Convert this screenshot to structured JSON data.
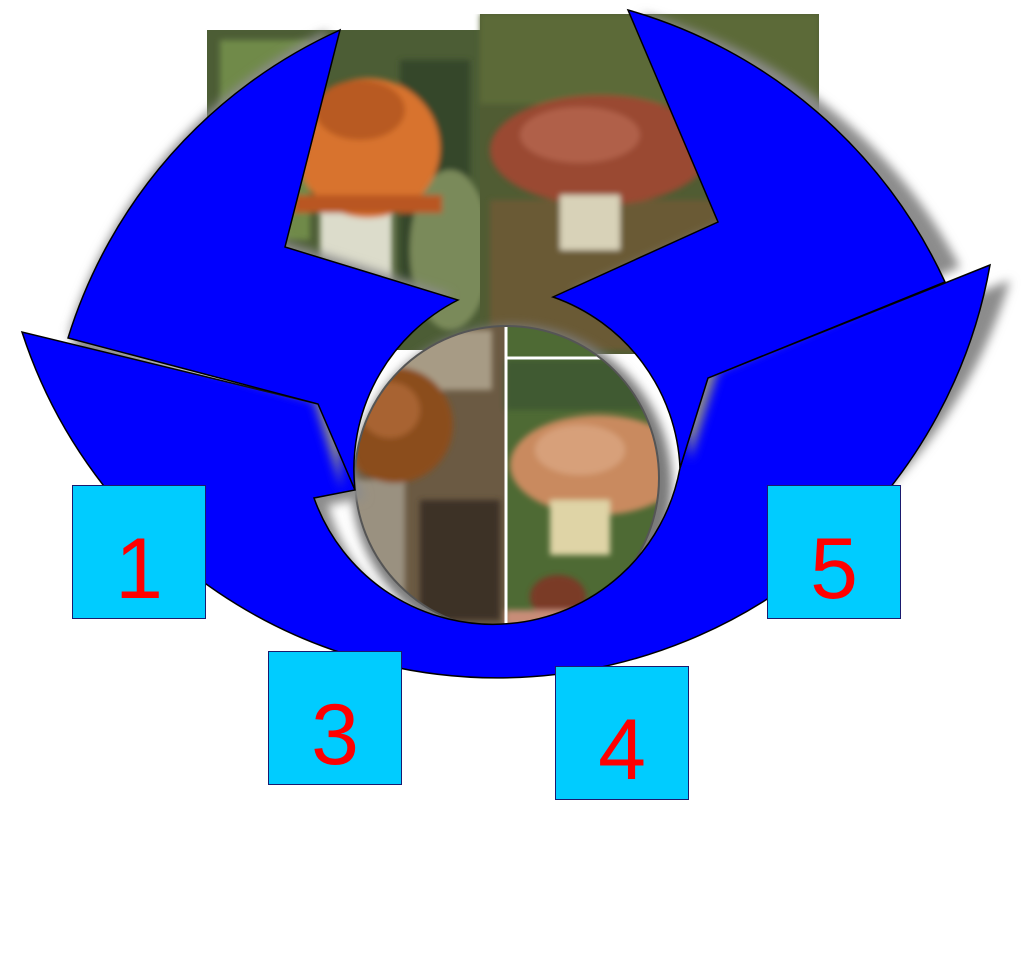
{
  "slide": {
    "background": "#ffffff",
    "ring_color": "#0000ff",
    "tile_color": "#00ccff",
    "number_color": "#ff0000",
    "shadow_color": "#8c8c8c"
  },
  "photos": [
    {
      "icon": "orange-cap-mushroom-photo"
    },
    {
      "icon": "brown-cap-mushroom-photo"
    },
    {
      "icon": "dark-cap-mushroom-photo"
    },
    {
      "icon": "tan-cap-mushroom-photo"
    }
  ],
  "tiles": [
    {
      "label": "1"
    },
    {
      "label": "3"
    },
    {
      "label": "4"
    },
    {
      "label": "5"
    }
  ]
}
